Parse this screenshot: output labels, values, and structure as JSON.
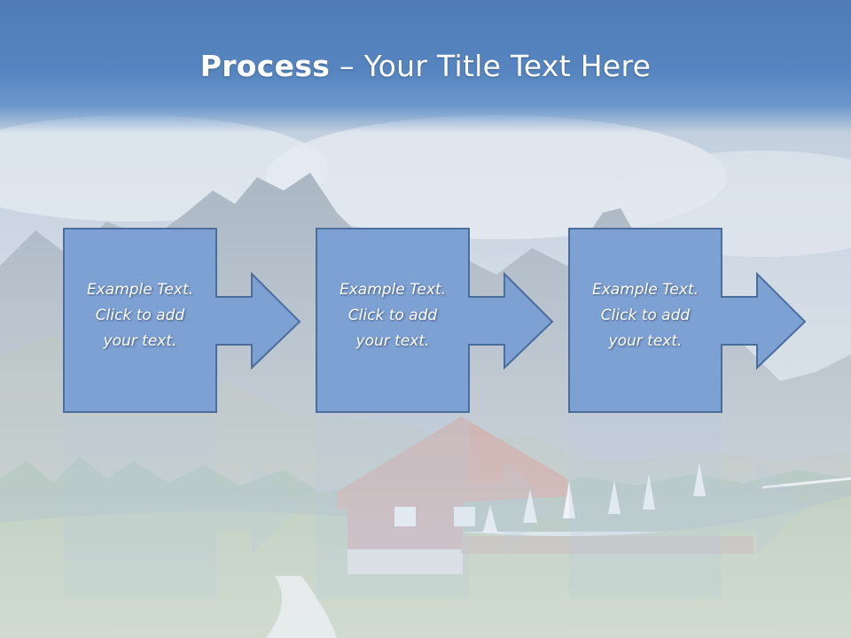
{
  "slide": {
    "title_bold": "Process",
    "title_rest": " – Your Title Text Here",
    "steps": [
      {
        "text": "Example Text.\nClick  to add\nyour text."
      },
      {
        "text": "Example Text.\nClick  to add\nyour text."
      },
      {
        "text": "Example Text.\nClick  to add\nyour text."
      }
    ]
  },
  "colors": {
    "title_bar": "#5685c0",
    "box_fill": "#7ea1d4",
    "box_stroke": "#4a6d9c",
    "text": "#ffffff"
  },
  "icons": [
    "right-arrow-icon"
  ]
}
